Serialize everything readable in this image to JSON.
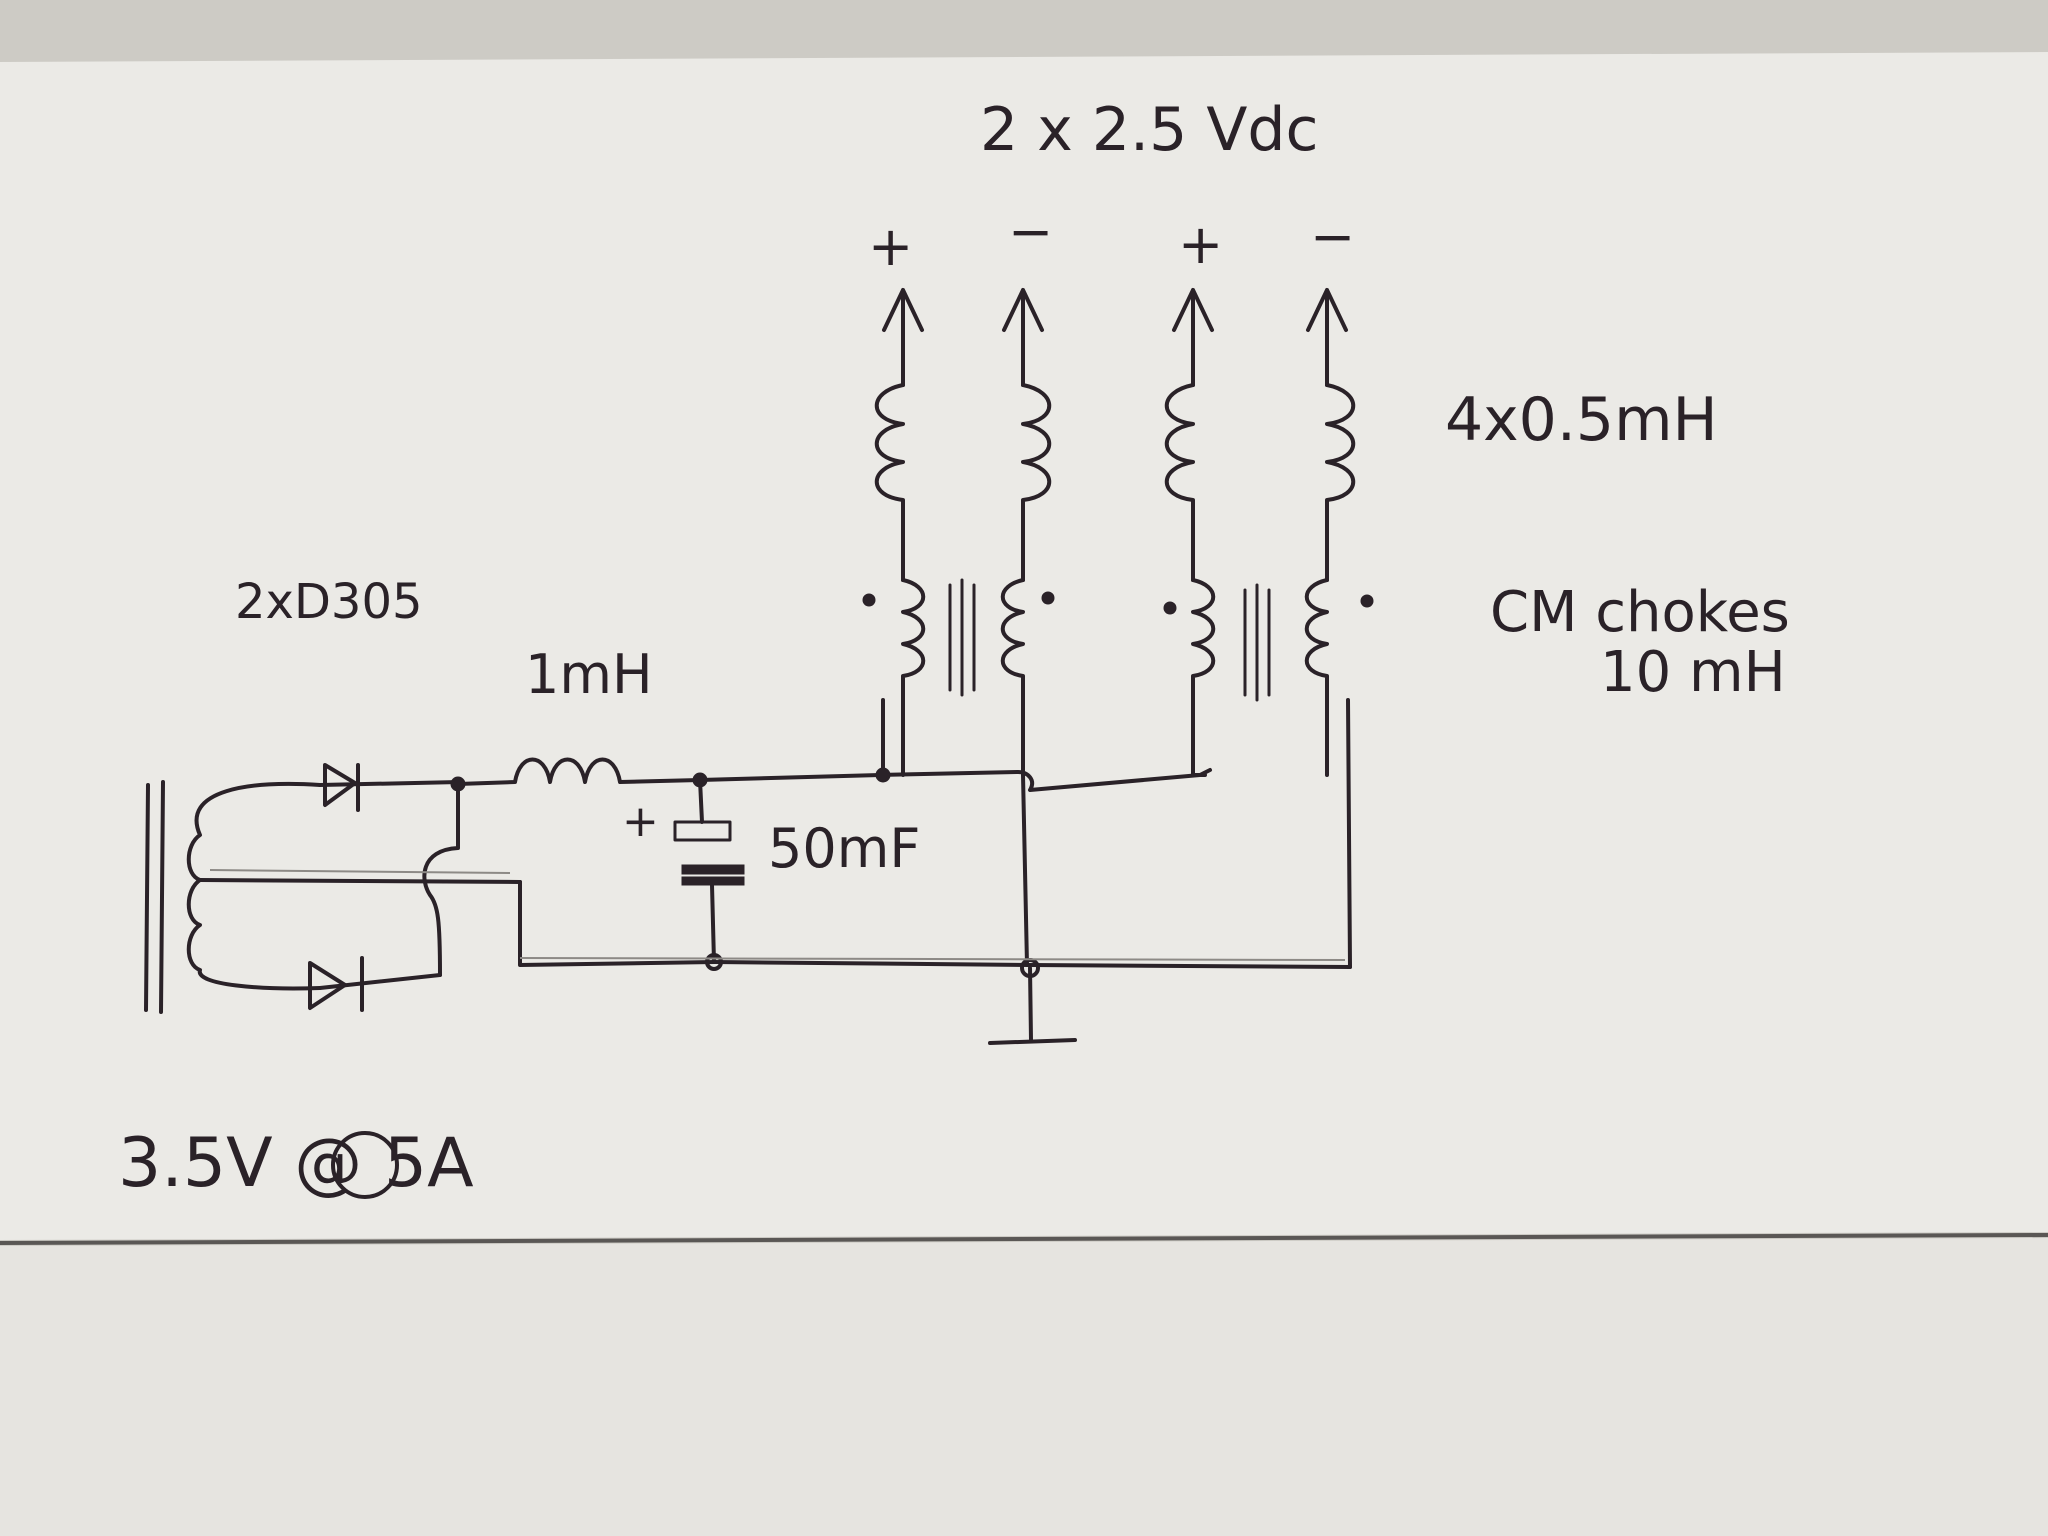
{
  "labels": {
    "output_voltage": "2 x 2.5 Vdc",
    "terminal_plus_1": "+",
    "terminal_minus_1": "−",
    "terminal_plus_2": "+",
    "terminal_minus_2": "−",
    "output_inductors": "4x0.5mH",
    "cm_chokes_line1": "CM chokes",
    "cm_chokes_line2": "10 mH",
    "diodes": "2xD305",
    "filter_inductor": "1mH",
    "capacitor_polarity": "+",
    "capacitor": "50mF",
    "transformer_rating": "3.5V @ 5A"
  },
  "colors": {
    "ink": "#2a2228",
    "paper": "#ebeae6",
    "background": "#cdcbc5"
  }
}
